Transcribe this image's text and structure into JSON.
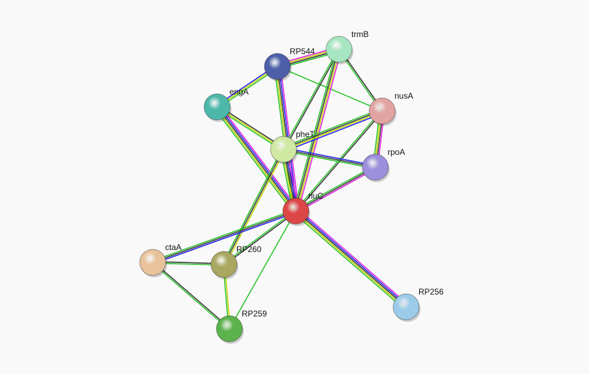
{
  "nodes": [
    {
      "id": "trmB",
      "label": "trmB",
      "color": "#a6e6c0"
    },
    {
      "id": "RP544",
      "label": "RP544",
      "color": "#4c5fa8"
    },
    {
      "id": "engA",
      "label": "engA",
      "color": "#4cb8aa"
    },
    {
      "id": "nusA",
      "label": "nusA",
      "color": "#e2a4a2"
    },
    {
      "id": "pheT",
      "label": "pheT",
      "color": "#cfe8a2"
    },
    {
      "id": "rpoA",
      "label": "rpoA",
      "color": "#9c90dc"
    },
    {
      "id": "rluC",
      "label": "rluC",
      "color": "#dc4646"
    },
    {
      "id": "ctaA",
      "label": "ctaA",
      "color": "#e8c29a"
    },
    {
      "id": "RP260",
      "label": "RP260",
      "color": "#aaa860"
    },
    {
      "id": "RP259",
      "label": "RP259",
      "color": "#5cb24c"
    },
    {
      "id": "RP256",
      "label": "RP256",
      "color": "#9ccbea"
    }
  ],
  "evidence_colors": {
    "magenta": "#e024e0",
    "blue": "#2626f0",
    "black": "#3a3a3a",
    "yellow": "#c4d600",
    "green": "#2ec42e"
  },
  "edges": [
    {
      "a": "RP544",
      "b": "trmB",
      "evidence": [
        "magenta",
        "yellow",
        "black",
        "green"
      ]
    },
    {
      "a": "RP544",
      "b": "engA",
      "evidence": [
        "green",
        "yellow",
        "blue"
      ]
    },
    {
      "a": "RP544",
      "b": "nusA",
      "evidence": [
        "green"
      ]
    },
    {
      "a": "RP544",
      "b": "rluC",
      "evidence": [
        "magenta",
        "blue",
        "black",
        "yellow",
        "green"
      ]
    },
    {
      "a": "trmB",
      "b": "nusA",
      "evidence": [
        "black",
        "green"
      ]
    },
    {
      "a": "trmB",
      "b": "pheT",
      "evidence": [
        "black",
        "green"
      ]
    },
    {
      "a": "trmB",
      "b": "rluC",
      "evidence": [
        "magenta",
        "yellow",
        "black",
        "green"
      ]
    },
    {
      "a": "engA",
      "b": "pheT",
      "evidence": [
        "black",
        "yellow",
        "green"
      ]
    },
    {
      "a": "engA",
      "b": "rluC",
      "evidence": [
        "magenta",
        "blue",
        "black",
        "yellow",
        "green"
      ]
    },
    {
      "a": "nusA",
      "b": "pheT",
      "evidence": [
        "blue",
        "yellow",
        "black",
        "green"
      ]
    },
    {
      "a": "nusA",
      "b": "rpoA",
      "evidence": [
        "magenta",
        "black",
        "yellow",
        "green"
      ]
    },
    {
      "a": "nusA",
      "b": "rluC",
      "evidence": [
        "black",
        "green"
      ]
    },
    {
      "a": "pheT",
      "b": "rpoA",
      "evidence": [
        "blue",
        "black",
        "green"
      ]
    },
    {
      "a": "pheT",
      "b": "rluC",
      "evidence": [
        "magenta",
        "blue",
        "black",
        "yellow",
        "green"
      ]
    },
    {
      "a": "rpoA",
      "b": "rluC",
      "evidence": [
        "magenta",
        "black",
        "green"
      ]
    },
    {
      "a": "pheT",
      "b": "RP260",
      "evidence": [
        "yellow",
        "black",
        "green"
      ]
    },
    {
      "a": "rluC",
      "b": "ctaA",
      "evidence": [
        "blue",
        "black",
        "green"
      ]
    },
    {
      "a": "rluC",
      "b": "RP260",
      "evidence": [
        "black",
        "green"
      ]
    },
    {
      "a": "rluC",
      "b": "RP259",
      "evidence": [
        "green"
      ]
    },
    {
      "a": "rluC",
      "b": "RP256",
      "evidence": [
        "magenta",
        "blue",
        "black",
        "yellow",
        "green"
      ]
    },
    {
      "a": "ctaA",
      "b": "RP260",
      "evidence": [
        "black",
        "green"
      ]
    },
    {
      "a": "ctaA",
      "b": "RP259",
      "evidence": [
        "black",
        "green"
      ]
    },
    {
      "a": "RP260",
      "b": "RP259",
      "evidence": [
        "yellow",
        "green"
      ]
    }
  ]
}
